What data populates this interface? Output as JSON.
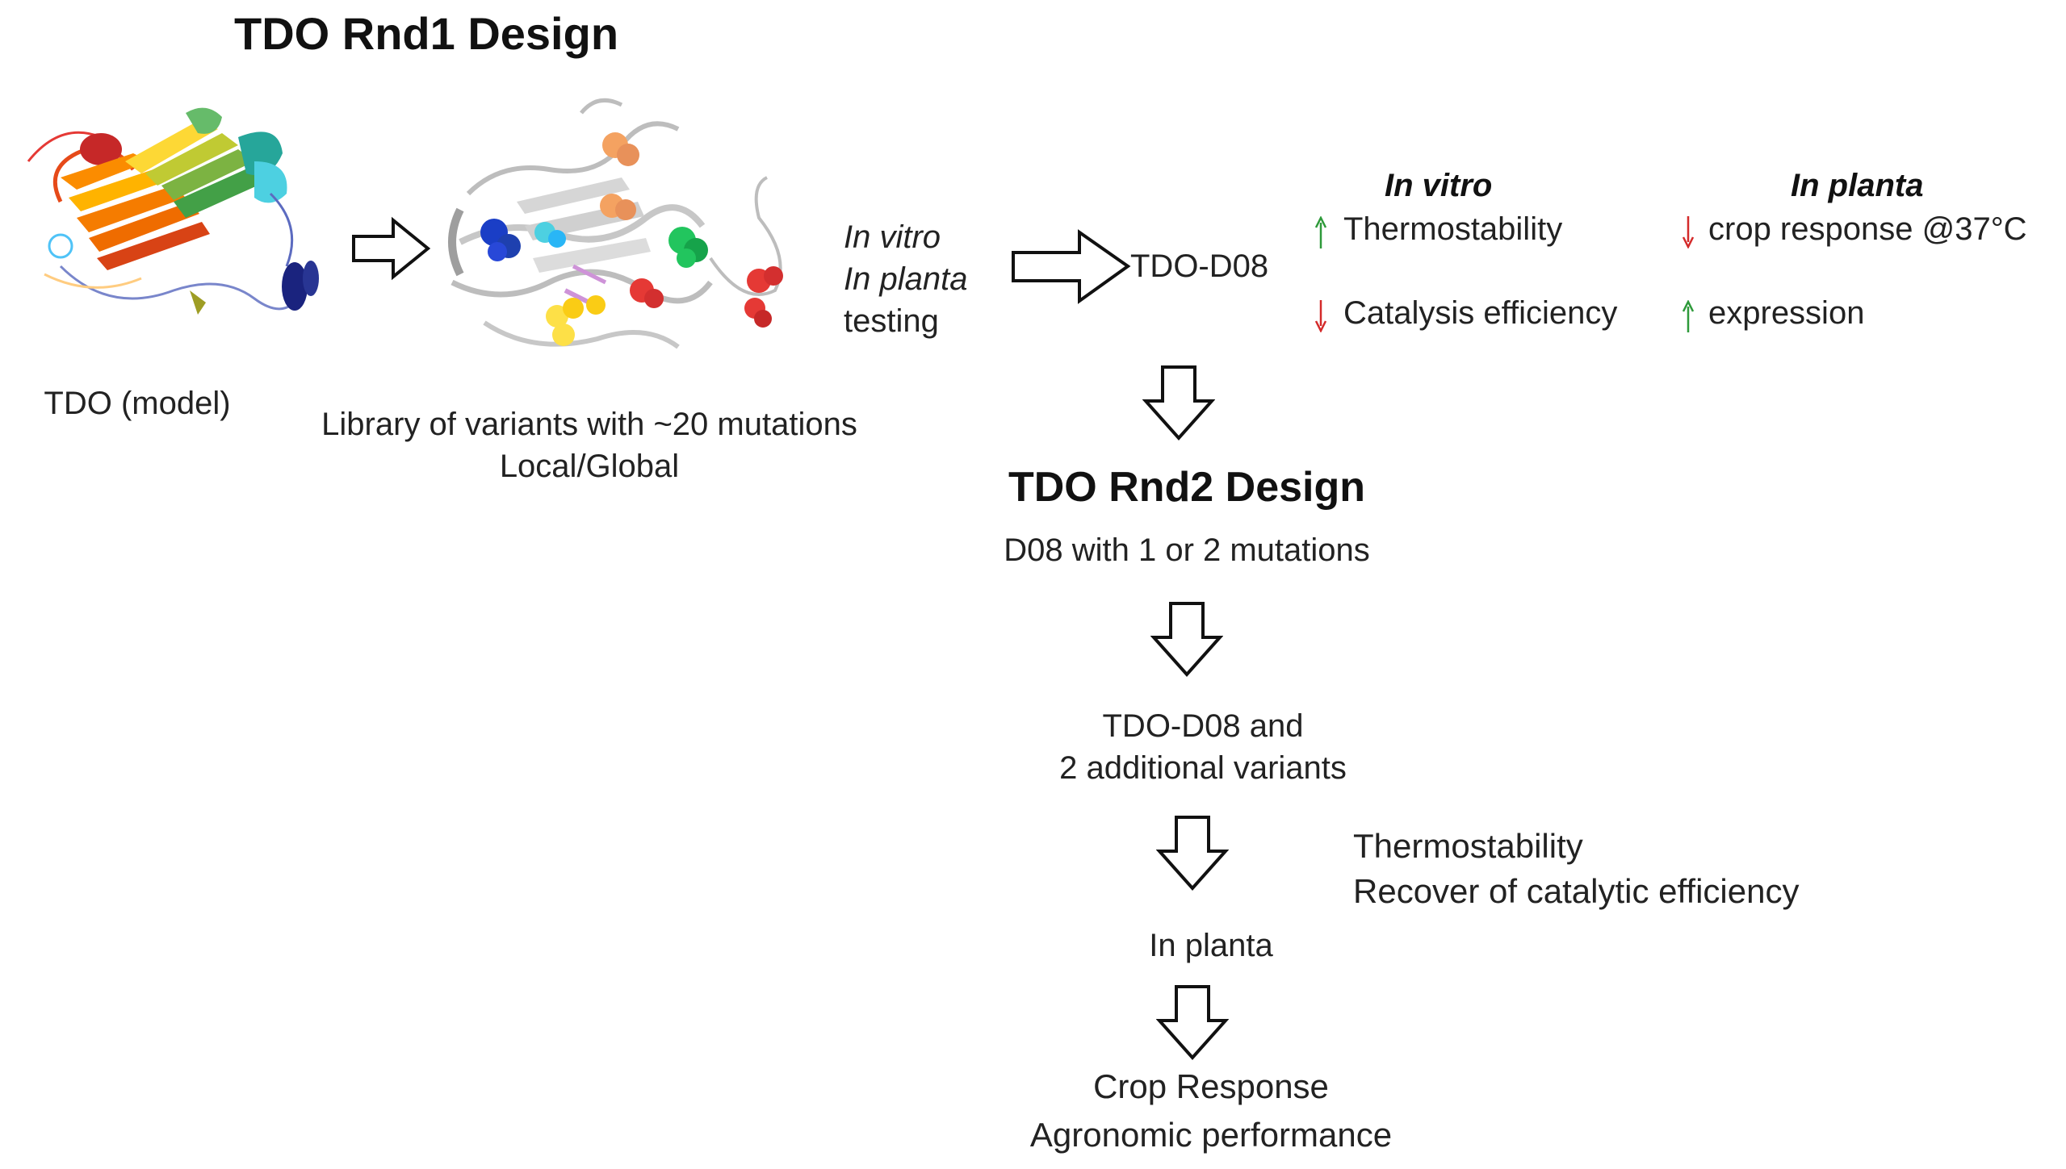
{
  "round1": {
    "title": "TDO Rnd1 Design",
    "model_label": "TDO (model)",
    "library_line1": "Library of variants with ~20 mutations",
    "library_line2": "Local/Global",
    "testing_line1": "In vitro",
    "testing_line2": "In planta",
    "testing_line3": "testing",
    "result_variant": "TDO-D08"
  },
  "results": {
    "in_vitro_header": "In vitro",
    "in_planta_header": "In planta",
    "thermostability": "Thermostability",
    "catalysis": "Catalysis efficiency",
    "crop_response": "crop response @37°C",
    "expression": "expression",
    "colors": {
      "up": "#2e9a3a",
      "down": "#d42a2a"
    }
  },
  "round2": {
    "title": "TDO Rnd2 Design",
    "subtitle": "D08 with 1 or 2 mutations",
    "variants_line1": "TDO-D08 and",
    "variants_line2": "2 additional variants",
    "outcome_line1": "Thermostability",
    "outcome_line2": "Recover of catalytic efficiency",
    "in_planta": "In planta",
    "final_line1": "Crop Response",
    "final_line2": "Agronomic performance"
  }
}
